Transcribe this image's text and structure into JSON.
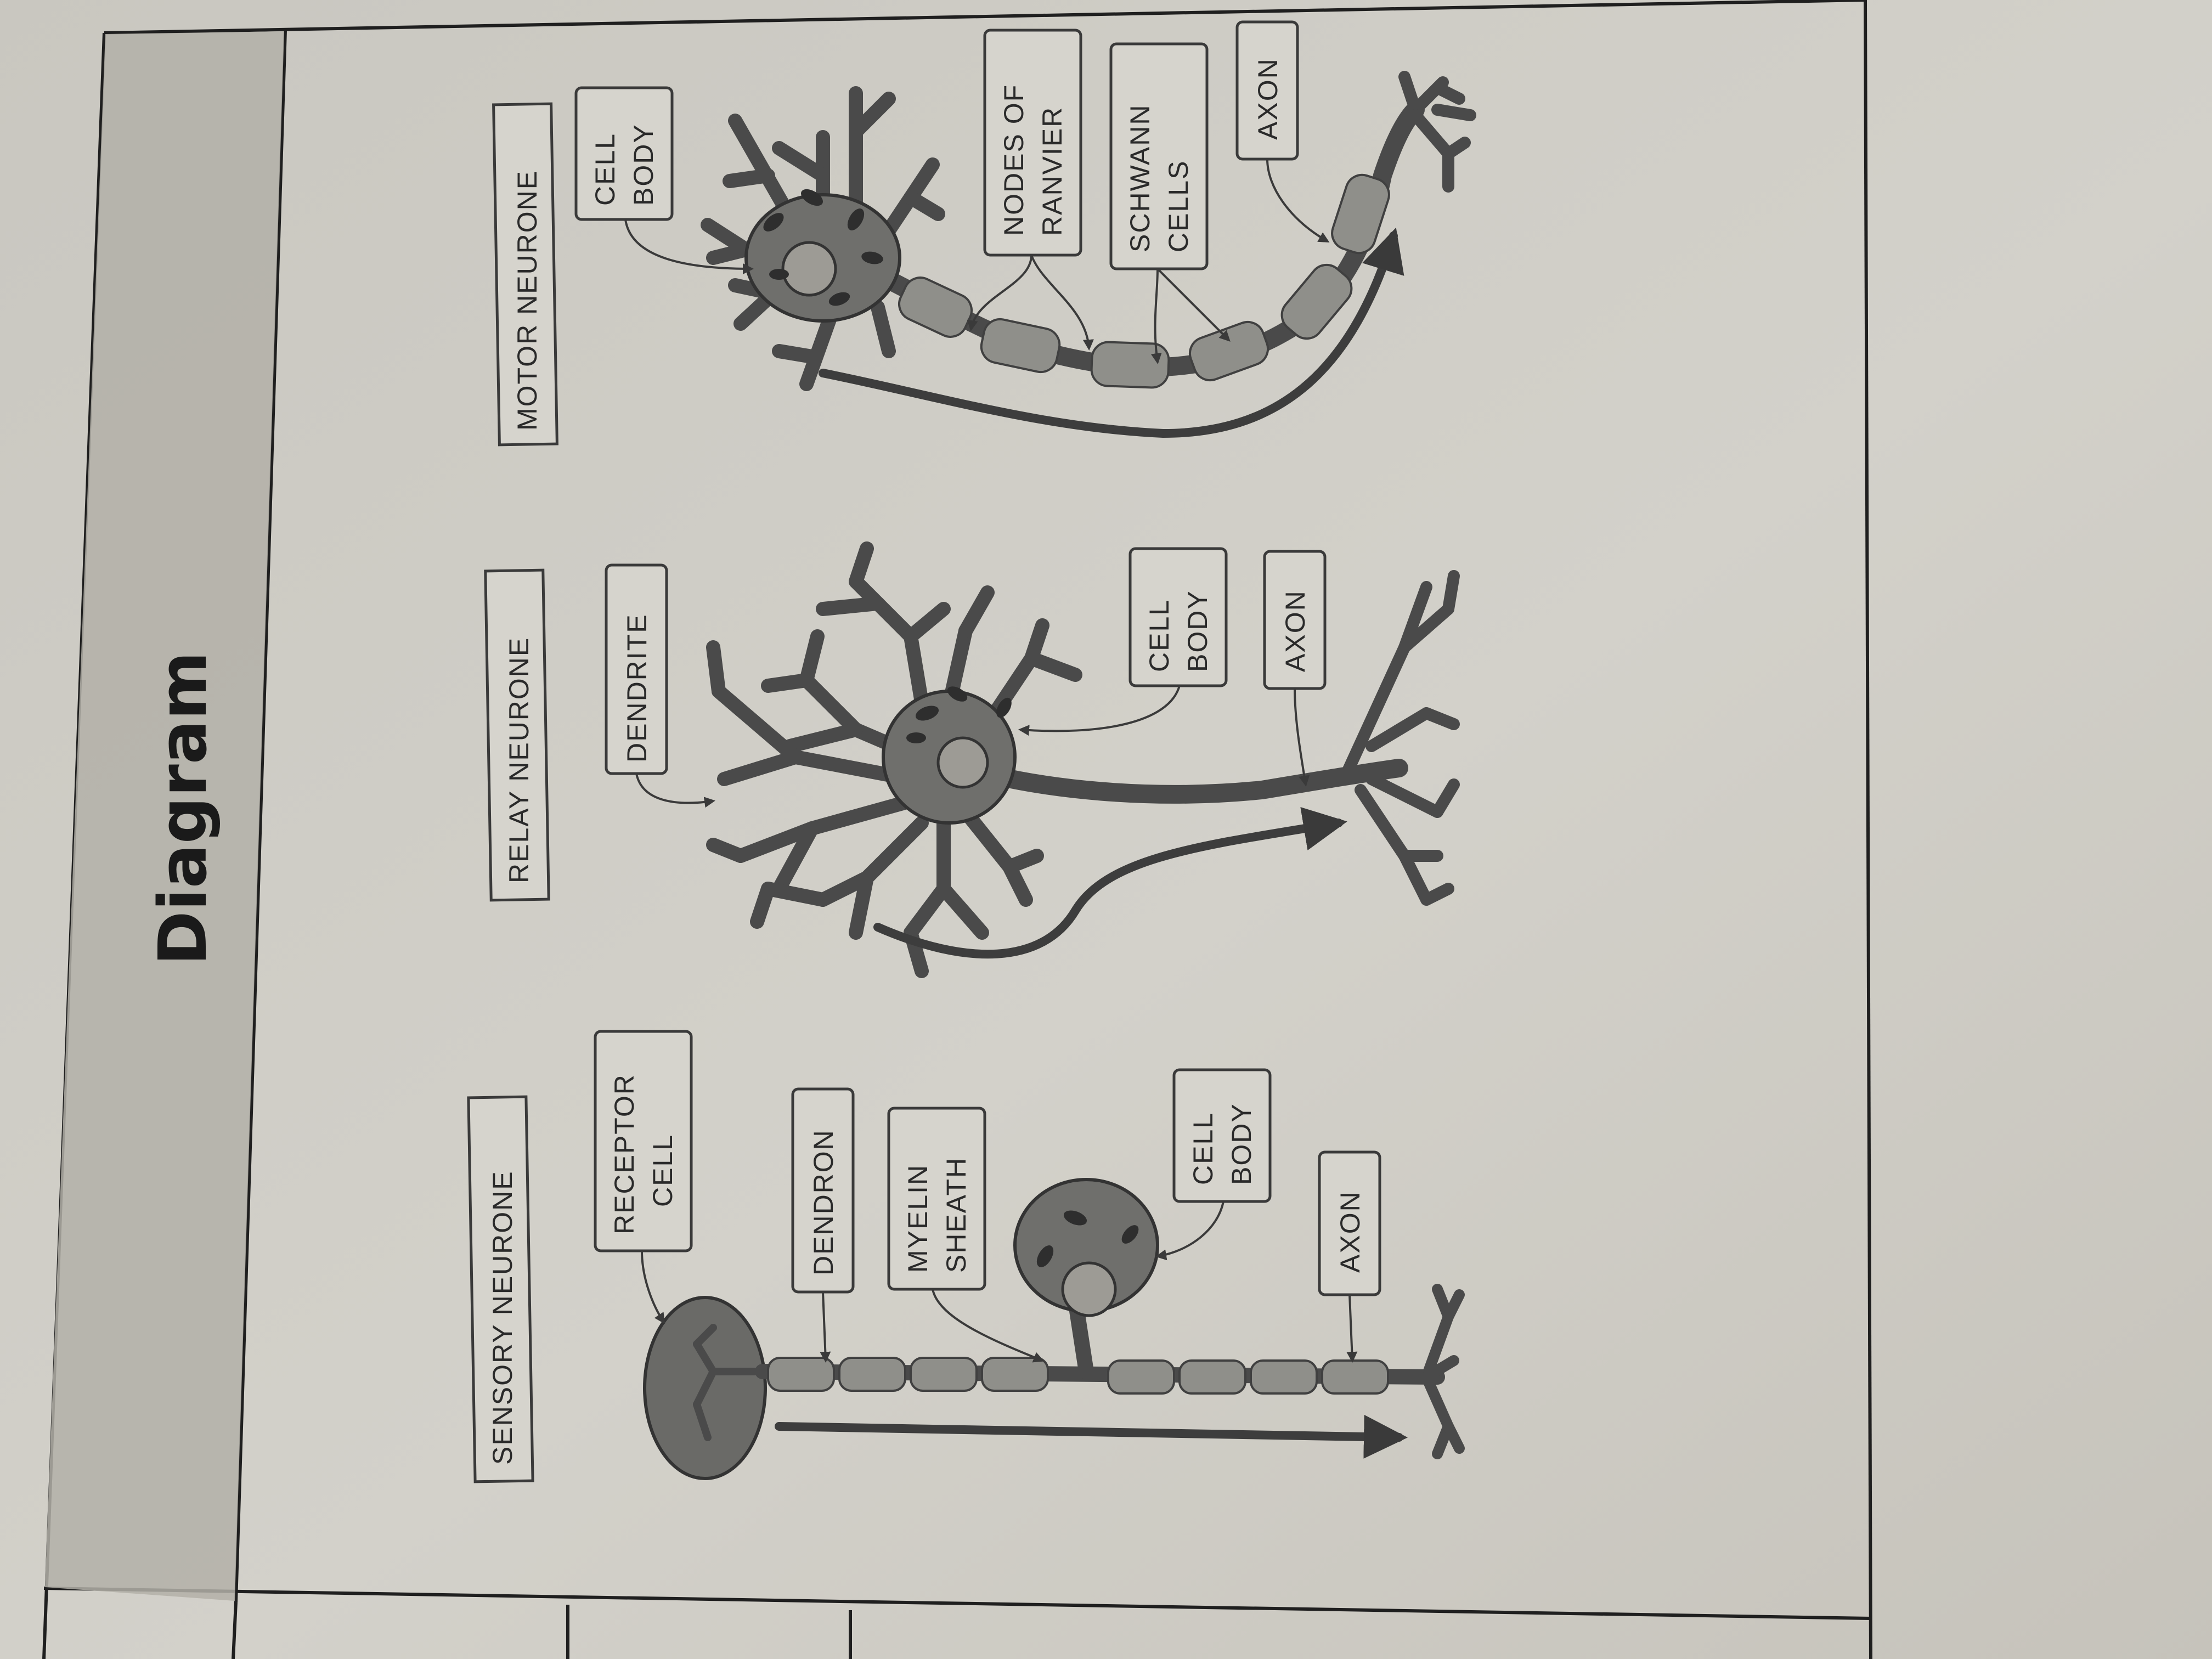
{
  "header": {
    "title": "Diagram"
  },
  "neurones": {
    "sensory": {
      "name": "SENSORY NEURONE",
      "labels": {
        "receptor_1": "RECEPTOR",
        "receptor_2": "CELL",
        "dendron": "DENDRON",
        "myelin_1": "MYELIN",
        "myelin_2": "SHEATH",
        "cellbody_1": "CELL",
        "cellbody_2": "BODY",
        "axon": "AXON"
      }
    },
    "relay": {
      "name": "RELAY NEURONE",
      "labels": {
        "dendrite": "DENDRITE",
        "cellbody_1": "CELL",
        "cellbody_2": "BODY",
        "axon": "AXON"
      }
    },
    "motor": {
      "name": "MOTOR NEURONE",
      "labels": {
        "cellbody_1": "CELL",
        "cellbody_2": "BODY",
        "nodes_1": "NODES OF",
        "nodes_2": "RANVIER",
        "schwann_1": "SCHWANN",
        "schwann_2": "CELLS",
        "axon": "AXON"
      }
    }
  }
}
